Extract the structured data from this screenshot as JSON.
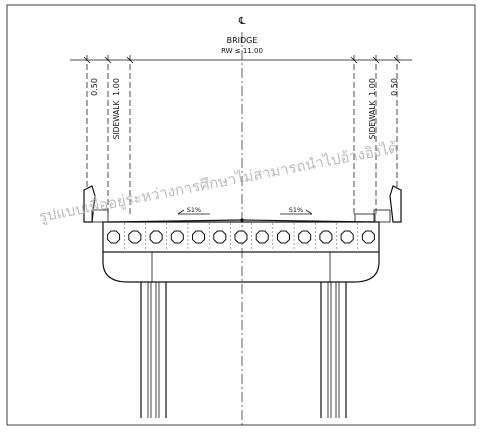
{
  "drawing": {
    "centerline_symbol": "℄",
    "title": "BRIDGE",
    "width_note": "RW ≤ 11.00",
    "dim_left_outer": "0.50",
    "dim_left_inner": "1.00",
    "dim_right_inner": "1.00",
    "dim_right_outer": "0.50",
    "sidewalk_left": "SIDEWALK",
    "sidewalk_right": "SIDEWALK",
    "slope_left": "S1%",
    "slope_right": "S1%",
    "watermark": "รูปแบบเพื่ออยู่ระหว่างการศึกษาไม่สามารถนำไปอ้างอิงได้"
  }
}
